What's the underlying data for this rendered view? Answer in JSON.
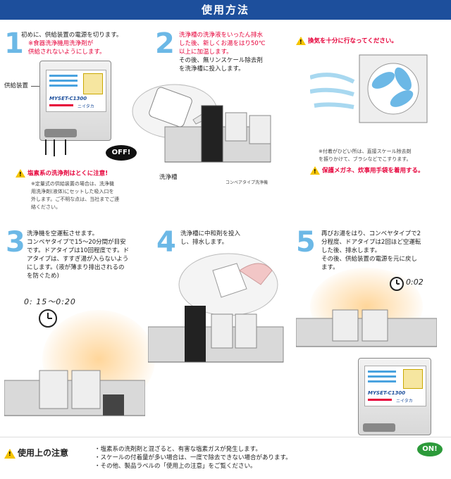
{
  "header": {
    "title": "使用方法"
  },
  "step1": {
    "num": "1",
    "text": "初めに、供給装置の電源を切ります。",
    "red": "※食器洗浄機用洗浄剤が\n供給されないようにします。",
    "label_device": "供給装置",
    "device_model": "MYSET-C1300",
    "device_brand": "ニイタカ",
    "off": "OFF!",
    "caution": "塩素系の洗浄剤はとくに注意!",
    "note": "※定量式の供給装置の場合は、洗浄機\n用洗浄剤(液体)にセットした吸入口を\n外します。ご不明な点は、当社までご連\n絡ください。"
  },
  "step2": {
    "num": "2",
    "red": "洗浄槽の洗浄液をいったん排水\nした後、新しくお湯をはり50℃\n以上に加温します。",
    "text": "その後、無リンスケール除去剤\nを洗浄槽に投入します。",
    "label_tank": "洗浄槽",
    "label_machine": "コンベアタイプ洗浄機"
  },
  "vent": {
    "caution": "換気を十分に行なってください。",
    "note": "※付着がひどい所は、直接スケール除去剤\nを振りかけて、ブラシなどでこすります。",
    "caution2": "保護メガネ、炊事用手袋を着用する。"
  },
  "step3": {
    "num": "3",
    "text": "洗浄機を空運転させます。\nコンベヤタイプで15～20分間が目安\nです。ドアタイプは10回程度です。ド\nアタイプは、すすぎ湯が入らないよう\nにします。(液が薄まり排出されるの\nを防ぐため)",
    "timer": "0: 15～0:20"
  },
  "step4": {
    "num": "4",
    "text": "洗浄槽に中和剤を投入\nし、排水します。"
  },
  "step5": {
    "num": "5",
    "text": "再びお湯をはり、コンベヤタイプで2\n分程度、ドアタイプは2回ほど空運転\nした後、排水します。\nその後、供給装置の電源を元に戻し\nます。",
    "timer": "0:02",
    "on": "ON!",
    "device_model": "MYSET-C1300",
    "device_brand": "ニイタカ"
  },
  "footer": {
    "title": "使用上の注意",
    "items": [
      "・塩素系の洗剤剤と混ざると、有害な塩素ガスが発生します。",
      "・スケールの付着量が多い場合は、一度で除去できない場合があります。",
      "・その他、製品ラベルの「使用上の注意」をご覧ください。"
    ]
  },
  "colors": {
    "header": "#1d4f9c",
    "accent_red": "#e60039",
    "step_number": "#6cb8e6",
    "warning": "#f5c400"
  }
}
